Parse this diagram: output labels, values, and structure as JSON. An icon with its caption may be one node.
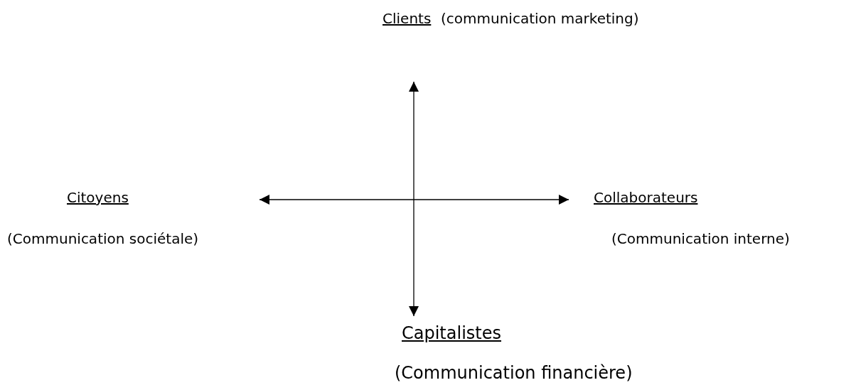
{
  "diagram": {
    "nodes": [
      {
        "text": [
          "Clients",
          "(communication marketing)"
        ]
      },
      {
        "text": [
          "Citoyens",
          "(Communication sociétale)"
        ]
      },
      {
        "text": [
          "Collaborateurs",
          "(Communication interne)"
        ]
      },
      {
        "text": [
          "Capitalistes",
          "(Communication financière)"
        ]
      }
    ],
    "edges": [
      {
        "from": 0,
        "to": 3,
        "arrow": "both"
      },
      {
        "from": 1,
        "to": 2,
        "arrow": "both"
      }
    ]
  }
}
